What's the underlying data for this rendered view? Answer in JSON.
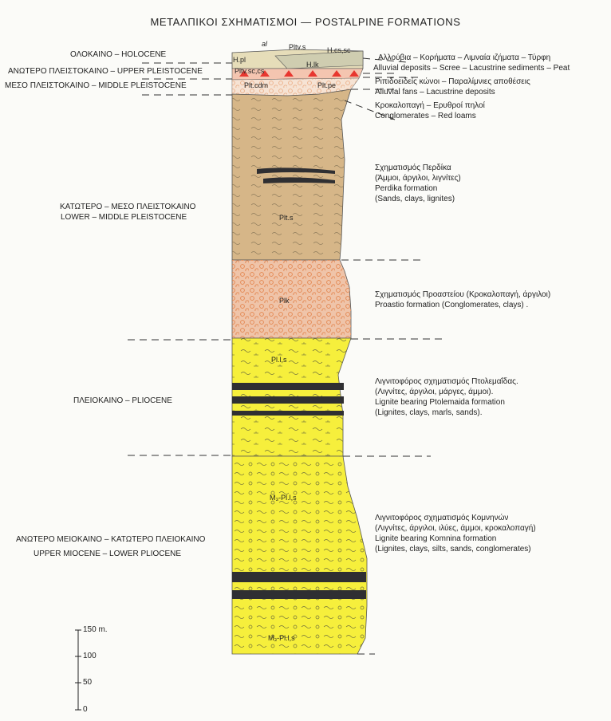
{
  "title": "ΜΕΤΑΛΠΙΚΟΙ ΣΧΗΜΑΤΙΣΜΟΙ — POSTALPINE FORMATIONS",
  "ages": {
    "holocene": "ΟΛΟΚΑΙΝΟ – HOLOCENE",
    "upper_pleistocene": "ΑΝΩΤΕΡΟ ΠΛΕΙΣΤΟΚΑΙΝΟ – UPPER PLEISTOCENE",
    "middle_pleistocene": "ΜΕΣΟ ΠΛΕΙΣΤΟΚΑΙΝΟ – MIDDLE PLEISTOCENE",
    "lower_middle_pleistocene_gr": "ΚΑΤΩΤΕΡΟ – ΜΕΣΟ ΠΛΕΙΣΤΟΚΑΙΝΟ",
    "lower_middle_pleistocene_en": "LOWER – MIDDLE PLEISTOCENE",
    "pliocene": "ΠΛΕΙΟΚΑΙΝΟ – PLIOCENE",
    "upper_miocene_gr": "ΑΝΩΤΕΡΟ ΜΕΙΟΚΑΙΝΟ – ΚΑΤΩΤΕΡΟ ΠΛΕΙΟΚΑΙΝΟ",
    "upper_miocene_en": "UPPER MIOCENE – LOWER PLIOCENE"
  },
  "formations": {
    "alluvium": {
      "l1": "Αλλούβια – Κορήματα – Λιμναία ιζήματα – Τύρφη",
      "l2": "Alluvial deposits – Scree – Lacustrine sediments – Peat"
    },
    "fans": {
      "l1": "Ριπιδοειδείς κώνοι – Παραλίμνιες αποθέσεις",
      "l2": "Alluvial fans – Lacustrine deposits"
    },
    "conglomerates": {
      "l1": "Κροκαλοπαγή – Ερυθροί πηλοί",
      "l2": "Conglomerates – Red loams"
    },
    "perdika": {
      "l1": "Σχηματισμός Περδίκα",
      "l2": "(Άμμοι, άργιλοι, λιγνίτες)",
      "l3": "Perdika formation",
      "l4": "(Sands, clays, lignites)"
    },
    "proastio": {
      "l1": "Σχηματισμός Προαστείου (Κροκαλοπαγή, άργιλοι)",
      "l2": "Proastio formation (Conglomerates, clays) ."
    },
    "ptolemaida": {
      "l1": "Λιγνιτοφόρος σχηματισμός Πτολεμαΐδας.",
      "l2": "(Λιγνίτες, άργιλοι, μάργες, άμμοι).",
      "l3": "Lignite bearing Ptolemaida formation",
      "l4": "(Lignites, clays, marls, sands)."
    },
    "komnina": {
      "l1": "Λιγνιτοφόρος σχηματισμός Κομνηνών",
      "l2": "(Λιγνίτες, άργιλοι, ιλύες, άμμοι, κροκαλοπαγή)",
      "l3": "Lignite bearing Komnina formation",
      "l4": "(Lignites, clays, silts, sands, conglomerates)"
    }
  },
  "unit_labels": {
    "al": "al",
    "pltv_s": "Pltv.s",
    "h_cs_sc": "H.cs,sc",
    "h_pl": "H.pl",
    "h_lk": "H.lk",
    "pl_sc_cs": "Pltv.sc,cs",
    "pl_cdm": "Plt.cdm",
    "pl_pe": "Plt.pe",
    "pl_s": "Plt.s",
    "pl_k": "Plk",
    "pl_ls_upper": "Pl.l,s",
    "m_pl_ls_mid": "M₃-Pl.l,s",
    "m_pl_ls_low": "M₃-Pl.l,s"
  },
  "scale": {
    "t150": "150 m.",
    "t100": "100",
    "t50": "50",
    "t0": "0"
  },
  "colors": {
    "tan": "#d6b688",
    "pink": "#efc4a9",
    "orange_dots": "#e3854d",
    "yellow": "#f6ef3c",
    "lignite": "#2f2f32",
    "red": "#e8372f"
  }
}
